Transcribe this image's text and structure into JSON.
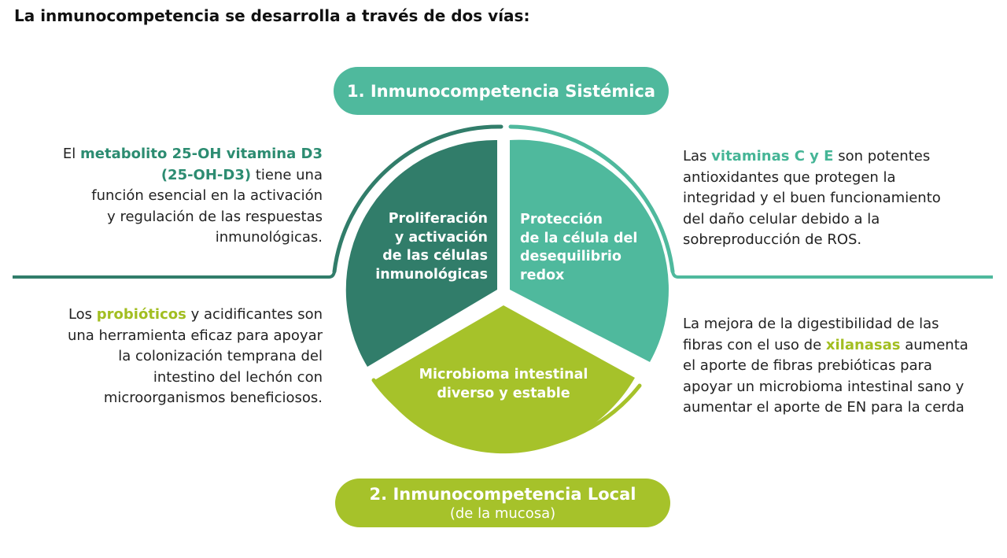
{
  "title": "La inmunocompetencia se desarrolla a través de dos vías:",
  "pills": {
    "systemic": "1. Inmunocompetencia Sistémica",
    "local": "2. Inmunocompetencia Local",
    "local_sub": "(de la mucosa)"
  },
  "segments": {
    "left": [
      "Proliferación",
      "y activación",
      "de las células",
      "inmunológicas"
    ],
    "right": [
      "Protección",
      "de la célula del",
      "desequilibrio",
      "redox"
    ],
    "bottom": [
      "Microbioma intestinal",
      "diverso y estable"
    ]
  },
  "texts": {
    "top_left": {
      "l1_pre": "El ",
      "l1_hl": "metabolito 25-OH vitamina D3",
      "l2_hl": "(25-OH-D3)",
      "l2_post": " tiene una",
      "l3": "función esencial en la activación",
      "l4": "y regulación de las respuestas",
      "l5": "inmunológicas."
    },
    "bottom_left": {
      "l1_pre": "Los ",
      "l1_hl": "probióticos",
      "l1_post": " y acidificantes son",
      "l2": "una herramienta eficaz para apoyar",
      "l3": "la colonización temprana del",
      "l4": "intestino del lechón con",
      "l5": "microorganismos beneficiosos."
    },
    "top_right": {
      "l1_pre": "Las ",
      "l1_hl": "vitaminas C y E",
      "l1_post": " son potentes",
      "l2": "antioxidantes que protegen la",
      "l3": "integridad y el buen funcionamiento",
      "l4": "del daño celular debido a la",
      "l5": "sobreproducción de ROS."
    },
    "bottom_right": {
      "l1": "La mejora de la digestibilidad de las",
      "l2_pre": "fibras con el uso de ",
      "l2_hl": "xilanasas",
      "l2_post": " aumenta",
      "l3": "el aporte de fibras prebióticas para",
      "l4": "apoyar un microbioma intestinal sano y",
      "l5": "aumentar el aporte de EN para la cerda"
    }
  },
  "colors": {
    "dark_green": "#317d6a",
    "teal": "#4fb99d",
    "lime": "#a6c22a",
    "highlight_dark": "#2c8c71",
    "highlight_teal": "#45b596",
    "highlight_lime": "#a2be21"
  }
}
